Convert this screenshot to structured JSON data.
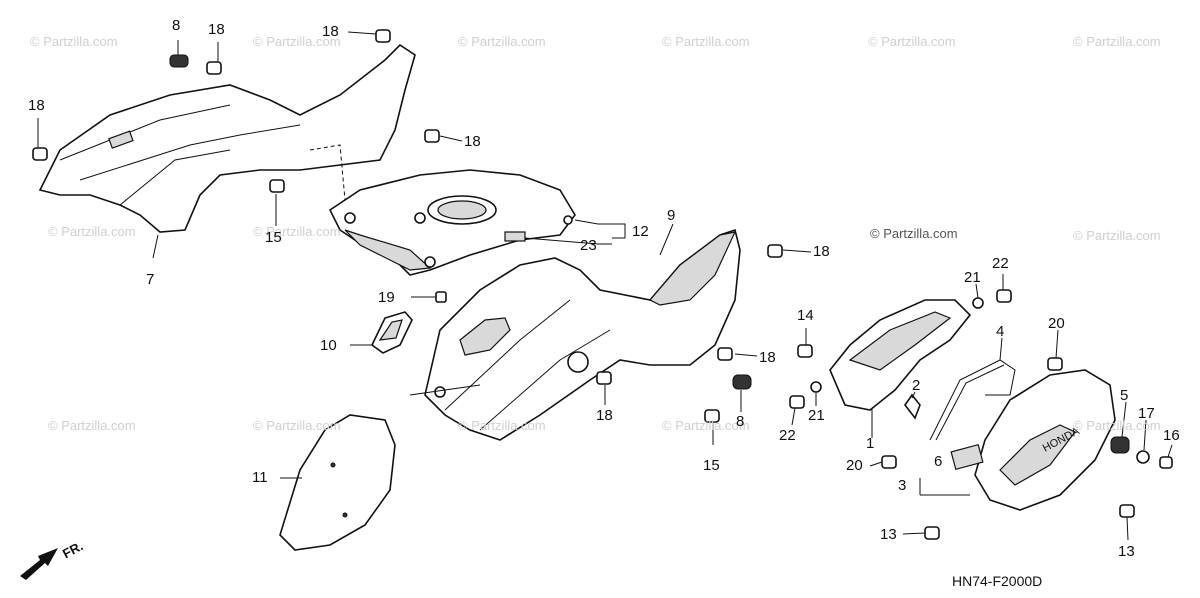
{
  "watermarks": {
    "main": "© Partzilla.com",
    "faint": "© Partzilla.com"
  },
  "diagram_code": "HN74-F2000D",
  "front_marker": "FR.",
  "callouts": {
    "n1": "1",
    "n2": "2",
    "n3": "3",
    "n4": "4",
    "n5": "5",
    "n6": "6",
    "n7": "7",
    "n8a": "8",
    "n8b": "8",
    "n9": "9",
    "n10": "10",
    "n11": "11",
    "n12": "12",
    "n13a": "13",
    "n13b": "13",
    "n14": "14",
    "n15a": "15",
    "n15b": "15",
    "n16": "16",
    "n17": "17",
    "n18a": "18",
    "n18b": "18",
    "n18c": "18",
    "n18d": "18",
    "n18e": "18",
    "n18f": "18",
    "n18g": "18",
    "n19": "19",
    "n20a": "20",
    "n20b": "20",
    "n21a": "21",
    "n21b": "21",
    "n22a": "22",
    "n22b": "22",
    "n23": "23"
  },
  "colors": {
    "line": "#111111",
    "watermark": "#cfcfcf",
    "fill": "#ffffff",
    "shade": "#d9d9d9"
  }
}
